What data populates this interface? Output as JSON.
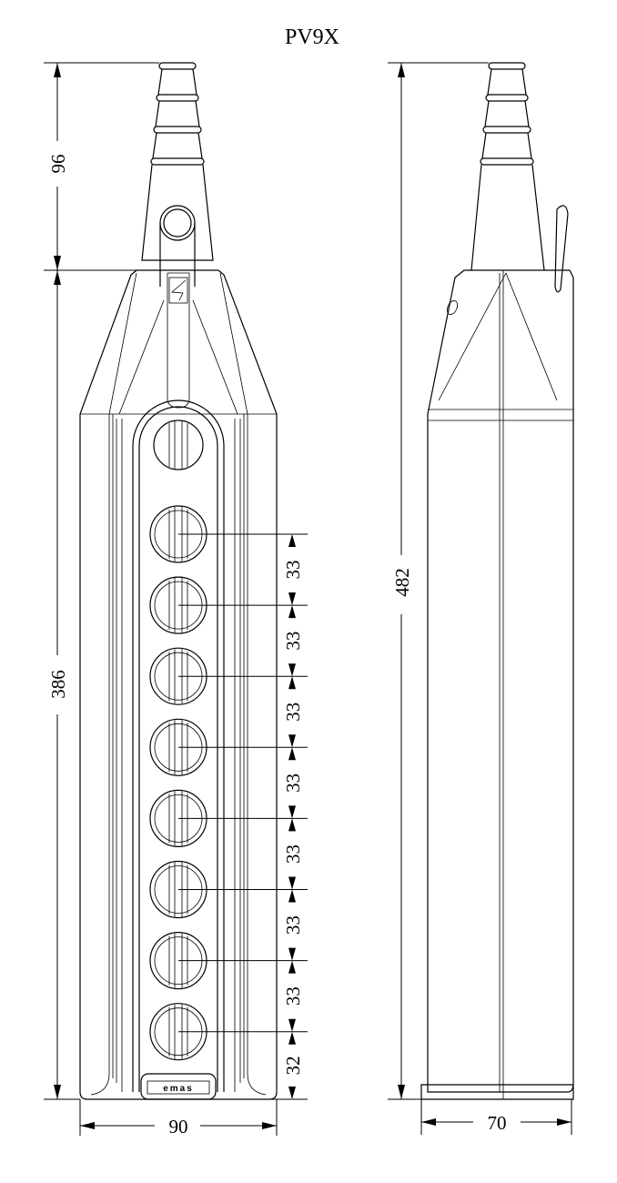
{
  "title": "PV9X",
  "logo_text": "emas",
  "front_view": {
    "dim_gland_height": "96",
    "dim_body_height": "386",
    "dim_width": "90",
    "button_spacing": [
      "33",
      "33",
      "33",
      "33",
      "33",
      "33",
      "33"
    ],
    "dim_bottom_button": "32",
    "button_count": 8
  },
  "side_view": {
    "dim_total_height": "482",
    "dim_depth": "70"
  }
}
